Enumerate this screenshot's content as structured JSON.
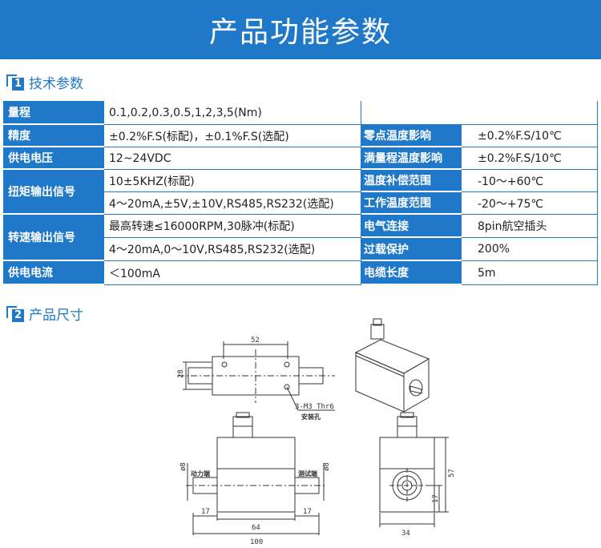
{
  "banner": {
    "title": "产品功能参数"
  },
  "section1": {
    "num": "1",
    "title": "技术参数"
  },
  "section2": {
    "num": "2",
    "title": "产品尺寸"
  },
  "spec": {
    "range": {
      "label": "量程",
      "value": "0.1,0.2,0.3,0.5,1,2,3,5(Nm)"
    },
    "accuracy": {
      "label": "精度",
      "value": "±0.2%F.S(标配)，±0.1%F.S(选配)"
    },
    "supply_voltage": {
      "label": "供电电压",
      "value": "12~24VDC"
    },
    "torque_output": {
      "label": "扭矩输出信号",
      "value1": "10±5KHZ(标配)",
      "value2": "4～20mA,±5V,±10V,RS485,RS232(选配)"
    },
    "speed_output": {
      "label": "转速输出信号",
      "value1": "最高转速≤16000RPM,30脉冲(标配)",
      "value2": "4～20mA,0～10V,RS485,RS232(选配)"
    },
    "supply_current": {
      "label": "供电电流",
      "value": "＜100mA"
    },
    "right": [
      {
        "label": "零点温度影响",
        "value": "±0.2%F.S/10℃"
      },
      {
        "label": "满量程温度影响",
        "value": "±0.2%F.S/10℃"
      },
      {
        "label": "温度补偿范围",
        "value": "-10～+60℃"
      },
      {
        "label": "工作温度范围",
        "value": "-20～+75℃"
      },
      {
        "label": "电气连接",
        "value": "8pin航空插头"
      },
      {
        "label": "过载保护",
        "value": "200%"
      },
      {
        "label": "电缆长度",
        "value": "5m"
      }
    ]
  },
  "drawing": {
    "top_width": "52",
    "top_height": "28",
    "hole_note": "3-M3 Thr6",
    "hole_label": "安装孔",
    "shaft_dia_left": "ø8",
    "shaft_dia_right": "ø8",
    "drive_end": "动力端",
    "test_end": "测试端",
    "shaft_len_left": "17",
    "shaft_len_right": "17",
    "body_len": "64",
    "total_len": "100",
    "side_height": "57",
    "side_center": "17",
    "side_width": "34"
  }
}
